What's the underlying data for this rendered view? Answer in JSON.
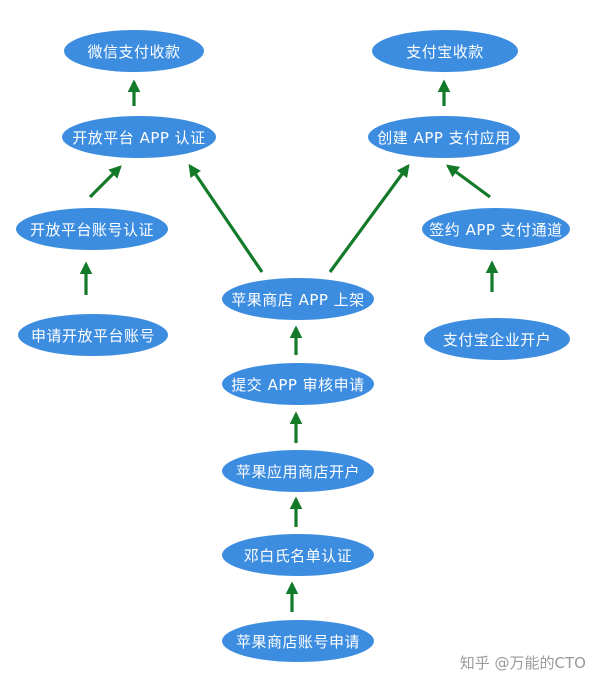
{
  "colors": {
    "node_fill": "#3c8ce0",
    "node_text": "#ffffff",
    "arrow": "#137a2a",
    "watermark": "#9a9a9a"
  },
  "nodes": {
    "wechat_pay": "微信支付收款",
    "alipay_pay": "支付宝收款",
    "open_platform_app_auth": "开放平台 APP 认证",
    "create_app_pay": "创建 APP 支付应用",
    "open_platform_account_auth": "开放平台账号认证",
    "sign_app_pay_channel": "签约 APP 支付通道",
    "apply_open_platform_account": "申请开放平台账号",
    "appstore_app_listing": "苹果商店 APP 上架",
    "alipay_enterprise_account": "支付宝企业开户",
    "submit_app_review": "提交 APP 审核申请",
    "appstore_account_open": "苹果应用商店开户",
    "dunbai_verification": "邓白氏名单认证",
    "appstore_account_apply": "苹果商店账号申请"
  },
  "watermark": "知乎 @万能的CTO"
}
